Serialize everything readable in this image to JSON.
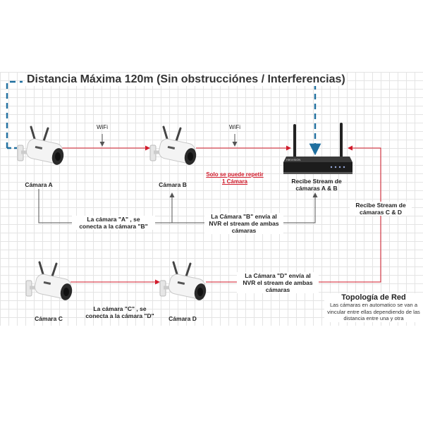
{
  "title": "Distancia Máxima 120m (Sin obstrucciónes / Interferencias)",
  "cameras": {
    "a": "Cámara A",
    "b": "Cámara B",
    "c": "Cámara C",
    "d": "Cámara D"
  },
  "wifi_labels": [
    "WiFi",
    "WiFi"
  ],
  "warning": [
    "Solo se puede repetir",
    "1 Cámara"
  ],
  "nvr_label": [
    "Recibe Stream de",
    "cámaras A & B"
  ],
  "nvr_right_label": [
    "Recibe Stream de",
    "cámaras C & D"
  ],
  "connection_ab": [
    "La cámara \"A\" , se",
    "conecta a la cámara \"B\""
  ],
  "connection_b_nvr": [
    "La Cámara \"B\" envía al",
    "NVR el stream de ambas",
    "cámaras"
  ],
  "connection_cd": [
    "La cámara \"C\" , se",
    "conecta a la cámara \"D\""
  ],
  "connection_d_nvr": [
    "La Cámara \"D\" envía al",
    "NVR el stream de ambas",
    "cámaras"
  ],
  "topology": {
    "title": "Topología de Red",
    "description": [
      "Las cámaras en automatico se van a",
      "vincular entre ellas dependiendo de las",
      "distancia entre una y otra"
    ]
  },
  "nvr_brand": "HIKVISION",
  "colors": {
    "dashed": "#1f6f9f",
    "red": "#d11a2a",
    "gray": "#555555"
  }
}
